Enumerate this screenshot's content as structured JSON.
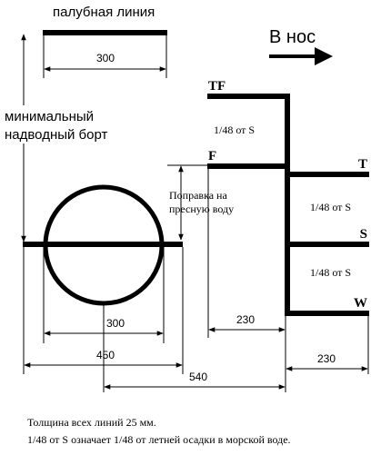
{
  "deck_line": {
    "label": "палубная линия",
    "width_label": "300"
  },
  "direction": {
    "label": "В нос"
  },
  "freeboard": {
    "line1": "минимальный",
    "line2": "надводный борт"
  },
  "fresh_water": {
    "line1": "Поправка на",
    "line2": "пресную воду"
  },
  "marks": {
    "tf": "TF",
    "f": "F",
    "t": "T",
    "s": "S",
    "w": "W"
  },
  "fractions": {
    "tf_f": "1/48 от S",
    "t_s": "1/48 от S",
    "s_w": "1/48 от S"
  },
  "dimensions": {
    "disc_inner": "300",
    "disc_outer": "450",
    "to_comb": "540",
    "f_to_comb": "230",
    "comb_width": "230"
  },
  "notes": {
    "line1": "Толщина всех линий 25 мм.",
    "line2": "1/48 от S означает 1/48 от летней осадки в морской воде."
  }
}
